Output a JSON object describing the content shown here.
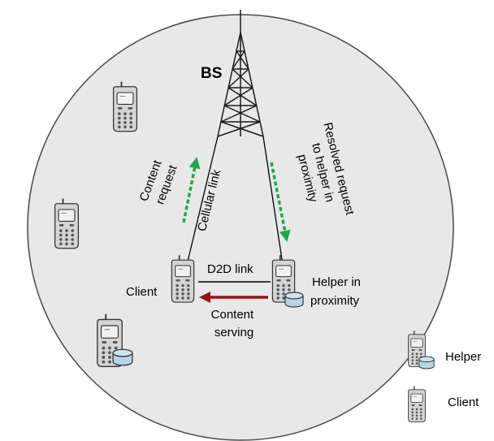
{
  "labels": {
    "bs": "BS",
    "content_request": [
      "Content",
      "request"
    ],
    "cellular_link": "Cellular link",
    "resolved_request": [
      "Resolved request",
      "to helper in",
      "proximity"
    ],
    "d2d_link": "D2D link",
    "client": "Client",
    "helper_in_proximity": [
      "Helper in",
      "proximity"
    ],
    "content_serving": [
      "Content",
      "serving"
    ]
  },
  "legend": {
    "helper": "Helper",
    "client": "Client"
  },
  "colors": {
    "cell_fill": "#e8e8e8",
    "cell_stroke": "#4a4a4a",
    "tower": "#1a1a1a",
    "request_arrow": "#1fa84a",
    "serving_arrow": "#9b1010",
    "phone_body": "#d4d4d4",
    "phone_screen": "#f2f2f2",
    "cache_fill": "#b8d4e8"
  },
  "icons": {
    "base_station": "cell-tower-icon",
    "client": "mobile-phone-icon",
    "helper": "mobile-phone-with-cache-icon"
  }
}
